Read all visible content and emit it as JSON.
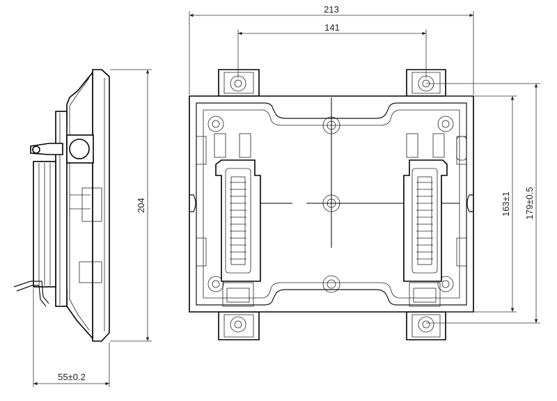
{
  "drawing": {
    "dimensions": {
      "overall_width": "213",
      "mount_spacing": "141",
      "side_height": "204",
      "depth": "55±0.2",
      "inner_height": "163±1",
      "outer_height": "179±0.5"
    },
    "line_color": "#000000",
    "background": "#ffffff"
  }
}
